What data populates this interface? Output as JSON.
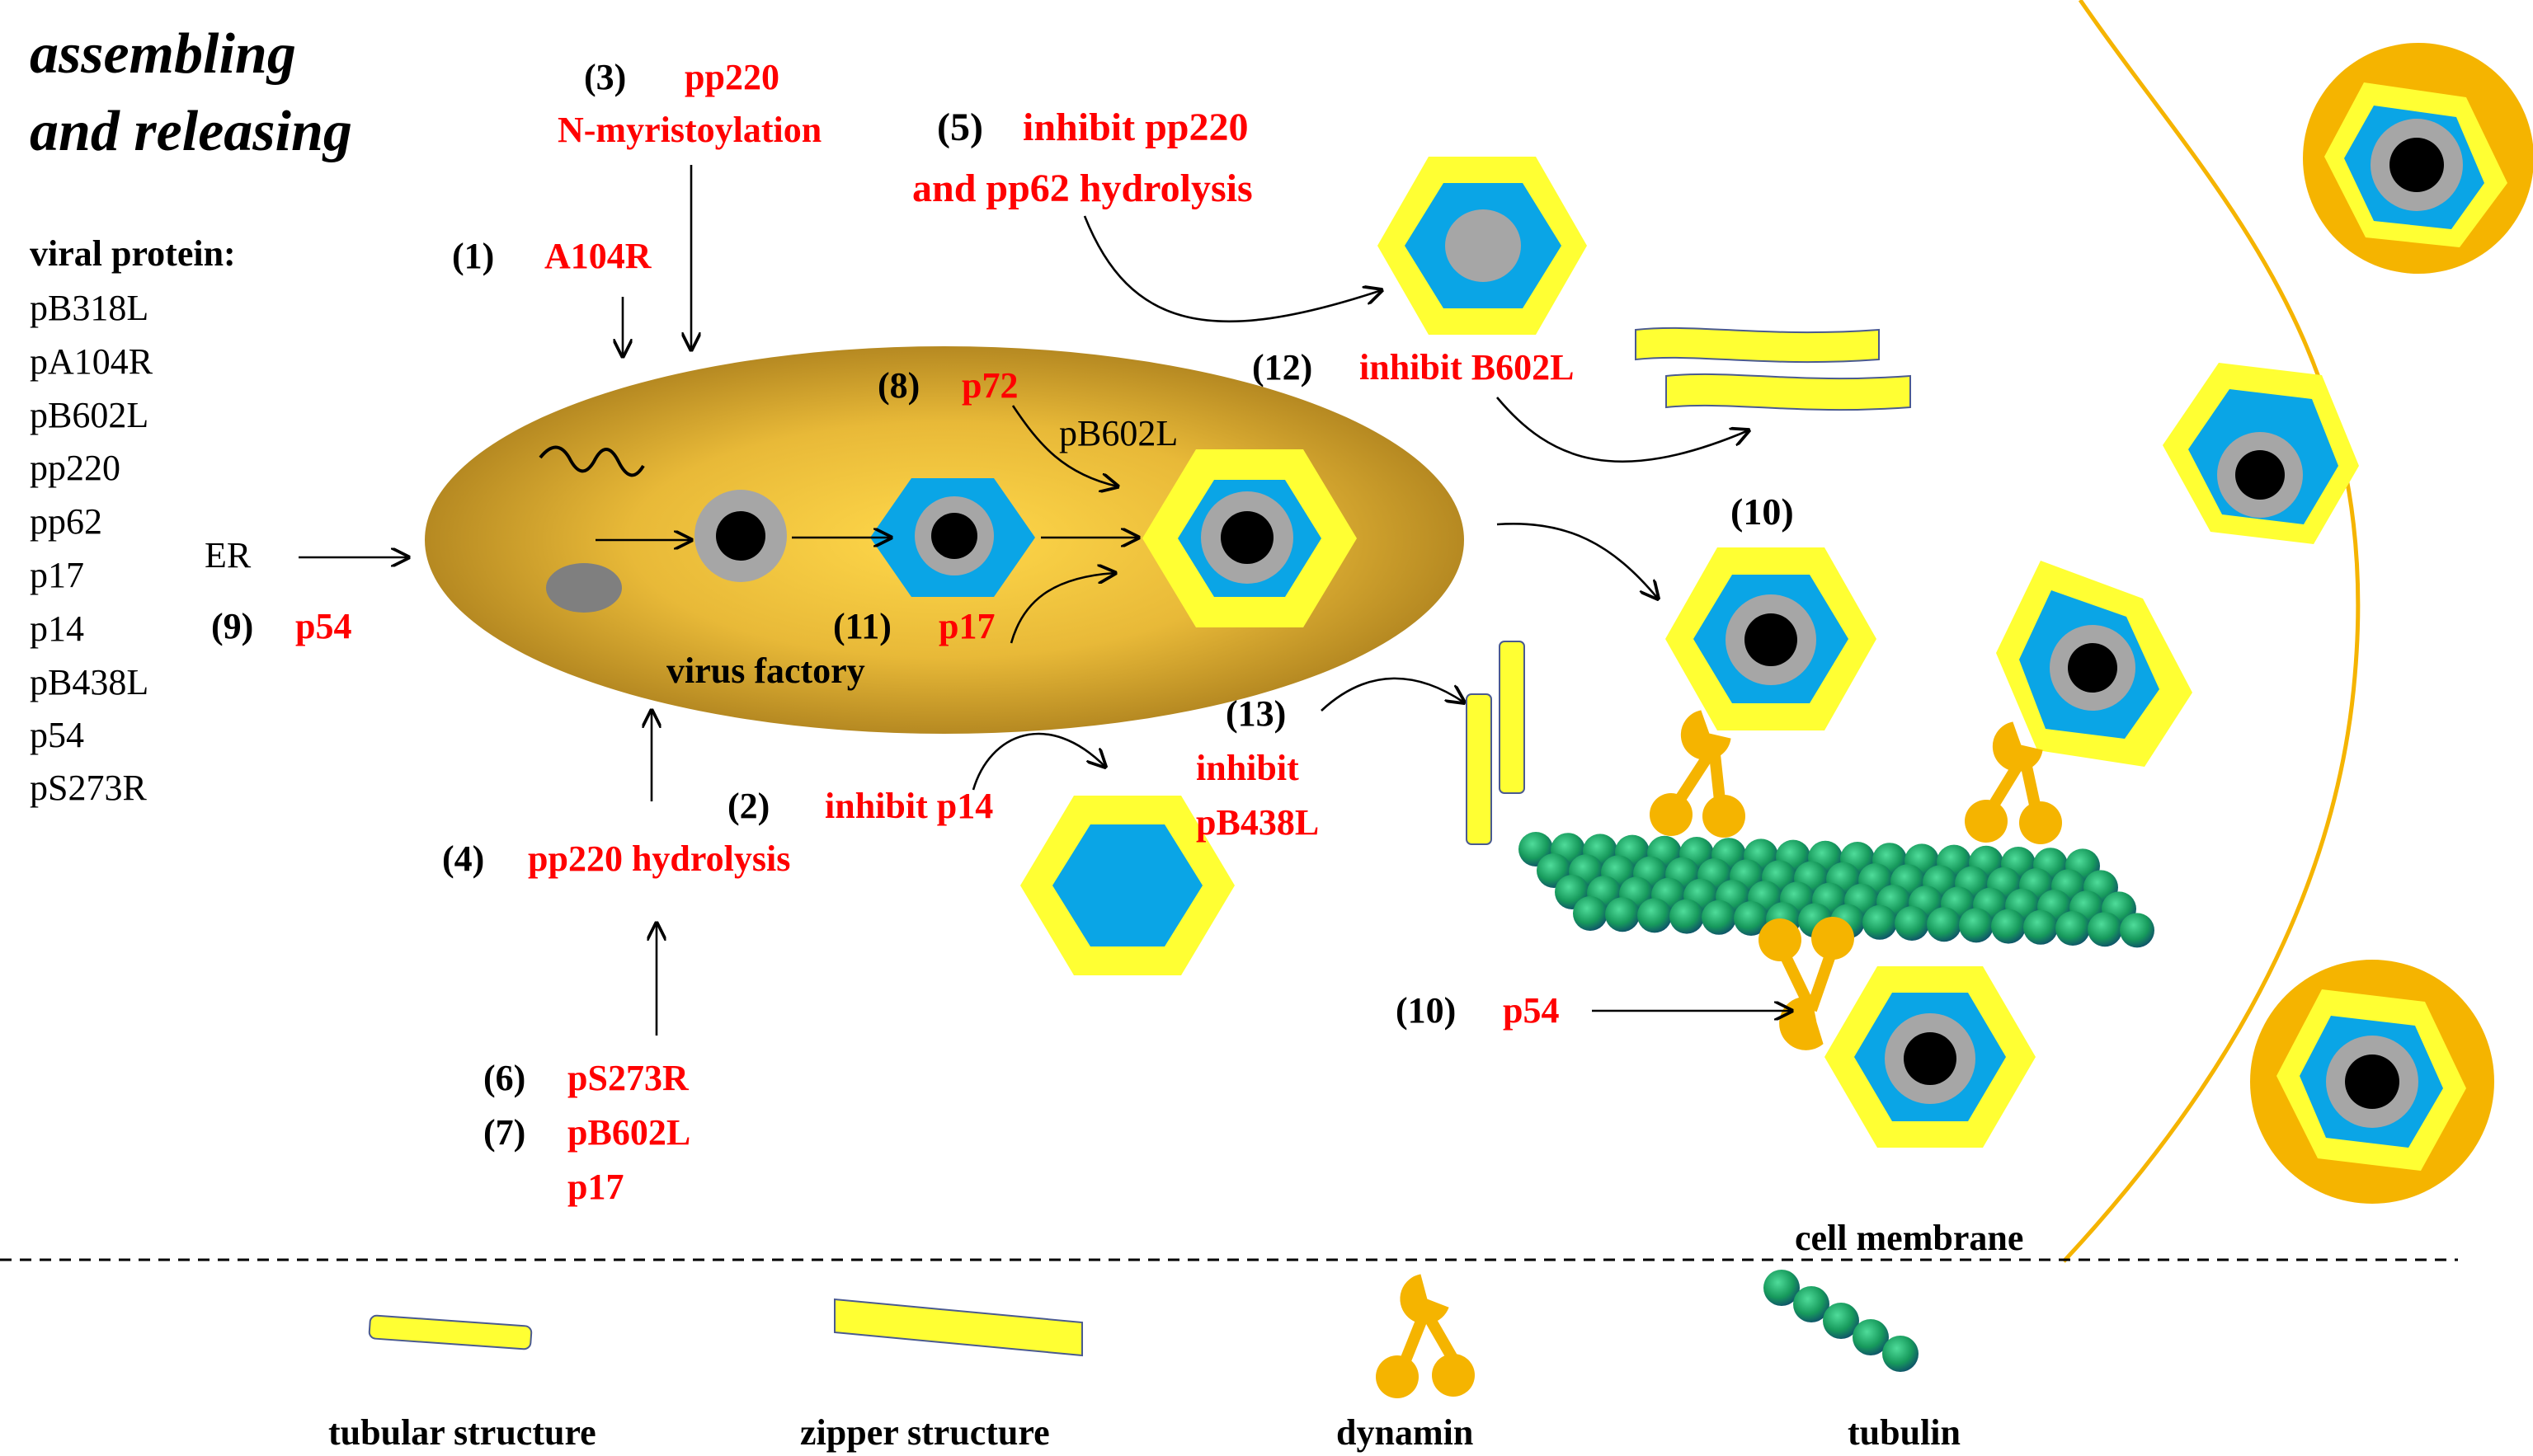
{
  "title": {
    "line1": "assembling",
    "line2": "and releasing"
  },
  "viral_protein": {
    "heading": "viral protein:",
    "items": [
      "pB318L",
      "pA104R",
      "pB602L",
      "pp220",
      "pp62",
      "p17",
      "p14",
      "pB438L",
      "p54",
      "pS273R"
    ]
  },
  "factory": {
    "label": "virus factory",
    "er_label": "ER",
    "pb602l_label": "pB602L"
  },
  "steps": {
    "s1": {
      "num": "(1)",
      "text": "A104R"
    },
    "s2": {
      "num": "(2)",
      "text": "inhibit  p14"
    },
    "s3": {
      "num": "(3)",
      "text_line1": "pp220",
      "text_line2": "N-myristoylation"
    },
    "s4": {
      "num": "(4)",
      "text": "pp220  hydrolysis"
    },
    "s5": {
      "num": "(5)",
      "text_line1": "inhibit pp220",
      "text_line2": "and pp62 hydrolysis"
    },
    "s6": {
      "num": "(6)",
      "text": "pS273R"
    },
    "s7": {
      "num": "(7)",
      "text_line1": "pB602L",
      "text_line2": "p17"
    },
    "s8": {
      "num": "(8)",
      "text": "p72"
    },
    "s9": {
      "num": "(9)",
      "text": "p54"
    },
    "s10a": {
      "num": "(10)"
    },
    "s10b": {
      "num": "(10)",
      "text": "p54"
    },
    "s11": {
      "num": "(11)",
      "text": "p17"
    },
    "s12": {
      "num": "(12)",
      "text": "inhibit  B602L"
    },
    "s13": {
      "num": "(13)",
      "text_line1": "inhibit",
      "text_line2": "pB438L"
    }
  },
  "membrane_label": "cell membrane",
  "legend": {
    "tubular": "tubular  structure",
    "zipper": "zipper  structure",
    "dynamin": "dynamin",
    "tubulin": "tubulin"
  },
  "colors": {
    "red_text": "#ff0000",
    "yellow": "#ffff33",
    "blue": "#0aa5e6",
    "gray": "#a6a6a6",
    "orange": "#f5b400",
    "tubulin_green": "#1b9a5a",
    "factory_gold": "#c89a2a"
  }
}
